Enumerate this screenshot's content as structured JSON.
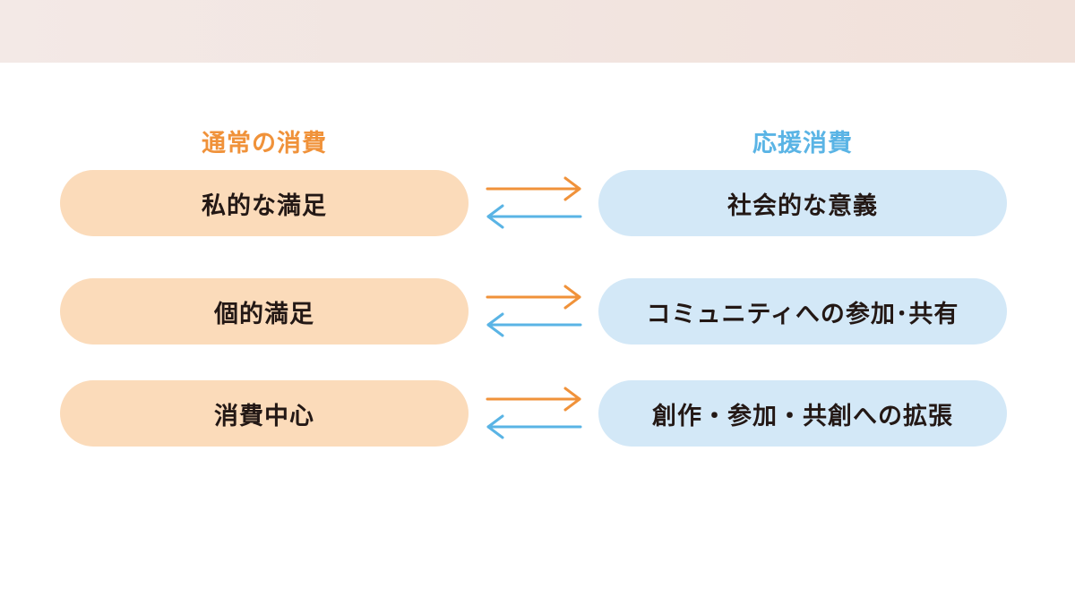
{
  "colors": {
    "normal_accent": "#f0923a",
    "support_accent": "#5ab4e5",
    "normal_fill": "#fbdbba",
    "support_fill": "#d3e8f7",
    "text": "#231815"
  },
  "columns": {
    "normal": {
      "heading": "通常の消費"
    },
    "support": {
      "heading": "応援消費"
    }
  },
  "rows": [
    {
      "normal": "私的な満足",
      "support": "社会的な意義",
      "arrow_right_icon": "arrow-right-icon",
      "arrow_left_icon": "arrow-left-icon"
    },
    {
      "normal": "個的満足",
      "support": "コミュニティへの参加･共有",
      "arrow_right_icon": "arrow-right-icon",
      "arrow_left_icon": "arrow-left-icon"
    },
    {
      "normal": "消費中心",
      "support": "創作・参加・共創への拡張",
      "arrow_right_icon": "arrow-right-icon",
      "arrow_left_icon": "arrow-left-icon"
    }
  ]
}
